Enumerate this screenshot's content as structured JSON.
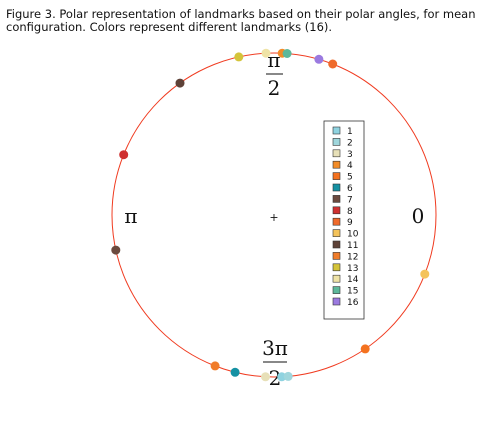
{
  "caption": "Figure 3. Polar representation of landmarks based on their polar angles, for mean configuration. Colors represent different landmarks (16).",
  "chart_data": {
    "type": "scatter",
    "coordinate_system": "polar",
    "title": "",
    "angle_labels": {
      "zero": "0",
      "half_pi_num": "π",
      "half_pi_den": "2",
      "pi": "π",
      "three_half_pi_num": "3π",
      "three_half_pi_den": "2"
    },
    "center_marker": "+",
    "circle_color": "#f03b20",
    "radius": 1,
    "legend": {
      "position": "right",
      "entries": [
        "1",
        "2",
        "3",
        "4",
        "5",
        "6",
        "7",
        "8",
        "9",
        "10",
        "11",
        "12",
        "13",
        "14",
        "15",
        "16"
      ]
    },
    "points": [
      {
        "landmark": "1",
        "angle": 4.76,
        "color": "#8fd3e0"
      },
      {
        "landmark": "2",
        "angle": 4.8,
        "color": "#9fd6dc"
      },
      {
        "landmark": "3",
        "angle": 4.66,
        "color": "#e7e0b8"
      },
      {
        "landmark": "4",
        "angle": 1.52,
        "color": "#f28c28"
      },
      {
        "landmark": "5",
        "angle": 5.31,
        "color": "#f4721f"
      },
      {
        "landmark": "6",
        "angle": 4.47,
        "color": "#1591a3"
      },
      {
        "landmark": "7",
        "angle": 3.36,
        "color": "#6b4a3e"
      },
      {
        "landmark": "8",
        "angle": 2.76,
        "color": "#cf3030"
      },
      {
        "landmark": "9",
        "angle": 1.2,
        "color": "#ef6a2b"
      },
      {
        "landmark": "10",
        "angle": 5.91,
        "color": "#f4c35a"
      },
      {
        "landmark": "11",
        "angle": 2.19,
        "color": "#5e4238"
      },
      {
        "landmark": "12",
        "angle": 4.34,
        "color": "#f07c2a"
      },
      {
        "landmark": "13",
        "angle": 1.79,
        "color": "#d4c43a"
      },
      {
        "landmark": "14",
        "angle": 1.62,
        "color": "#efe3a6"
      },
      {
        "landmark": "15",
        "angle": 1.49,
        "color": "#5db89a"
      },
      {
        "landmark": "16",
        "angle": 1.29,
        "color": "#9b7ae0"
      }
    ]
  }
}
